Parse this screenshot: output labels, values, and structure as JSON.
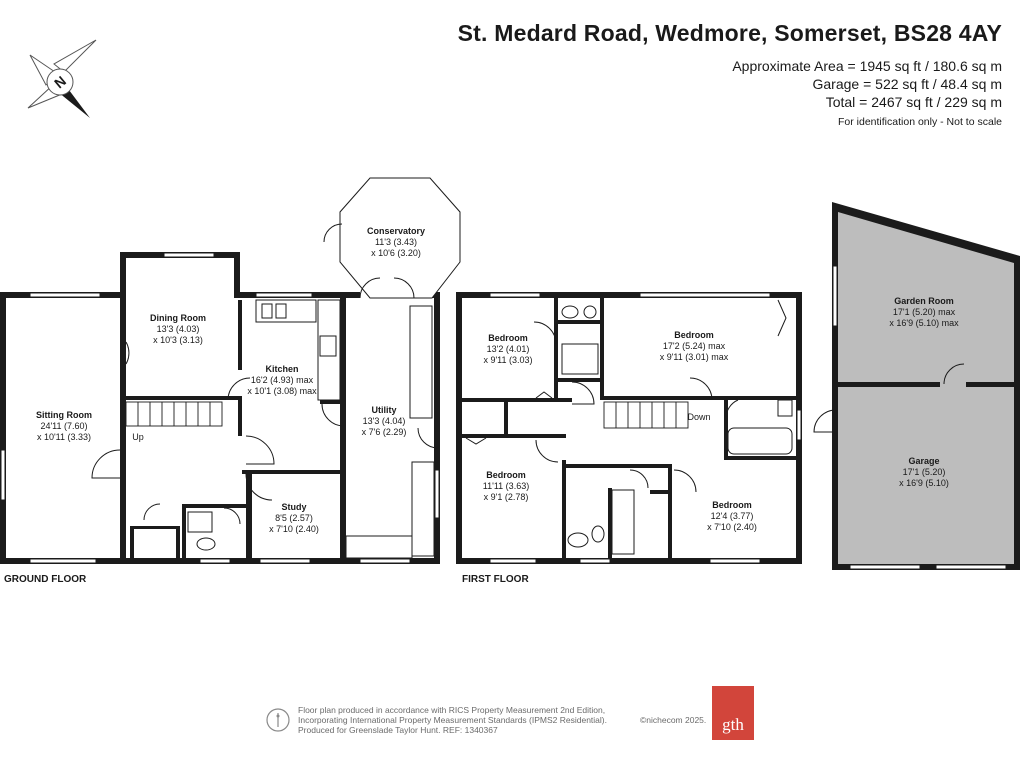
{
  "header": {
    "title": "St. Medard Road, Wedmore, Somerset, BS28 4AY",
    "area": "Approximate Area = 1945 sq ft / 180.6 sq m",
    "garage_area": "Garage = 522 sq ft / 48.4 sq m",
    "total_area": "Total = 2467 sq ft / 229 sq m",
    "note": "For identification only - Not to scale"
  },
  "compass": {
    "letter": "N",
    "icon": "compass-rose-icon"
  },
  "floors": {
    "ground": {
      "label": "GROUND FLOOR",
      "up_label": "Up",
      "rooms": {
        "conservatory": {
          "name": "Conservatory",
          "dim1": "11'3 (3.43)",
          "dim2": "x 10'6 (3.20)"
        },
        "dining_room": {
          "name": "Dining Room",
          "dim1": "13'3 (4.03)",
          "dim2": "x 10'3 (3.13)"
        },
        "kitchen": {
          "name": "Kitchen",
          "dim1": "16'2 (4.93) max",
          "dim2": "x 10'1 (3.08) max"
        },
        "sitting_room": {
          "name": "Sitting Room",
          "dim1": "24'11 (7.60)",
          "dim2": "x 10'11 (3.33)"
        },
        "utility": {
          "name": "Utility",
          "dim1": "13'3 (4.04)",
          "dim2": "x 7'6 (2.29)"
        },
        "study": {
          "name": "Study",
          "dim1": "8'5 (2.57)",
          "dim2": "x 7'10 (2.40)"
        }
      }
    },
    "first": {
      "label": "FIRST FLOOR",
      "down_label": "Down",
      "rooms": {
        "bedroom_nw": {
          "name": "Bedroom",
          "dim1": "13'2 (4.01)",
          "dim2": "x 9'11 (3.03)"
        },
        "bedroom_ne": {
          "name": "Bedroom",
          "dim1": "17'2 (5.24) max",
          "dim2": "x 9'11 (3.01) max"
        },
        "bedroom_sw": {
          "name": "Bedroom",
          "dim1": "11'11 (3.63)",
          "dim2": "x 9'1 (2.78)"
        },
        "bedroom_se": {
          "name": "Bedroom",
          "dim1": "12'4 (3.77)",
          "dim2": "x 7'10 (2.40)"
        }
      }
    },
    "garage": {
      "rooms": {
        "garden_room": {
          "name": "Garden Room",
          "dim1": "17'1 (5.20) max",
          "dim2": "x 16'9 (5.10) max"
        },
        "garage": {
          "name": "Garage",
          "dim1": "17'1 (5.20)",
          "dim2": "x 16'9 (5.10)"
        }
      }
    }
  },
  "footer": {
    "line1": "Floor plan produced in accordance with RICS Property Measurement 2nd Edition,",
    "line2": "Incorporating International Property Measurement Standards (IPMS2 Residential).",
    "line3": "Produced for Greenslade Taylor Hunt.   REF: 1340367",
    "credit": "©nichecom 2025.",
    "logo_text": "gth",
    "logo_color": "#d2453b"
  },
  "colors": {
    "wall": "#1b1b1b",
    "garage_fill": "#bdbdbd"
  }
}
